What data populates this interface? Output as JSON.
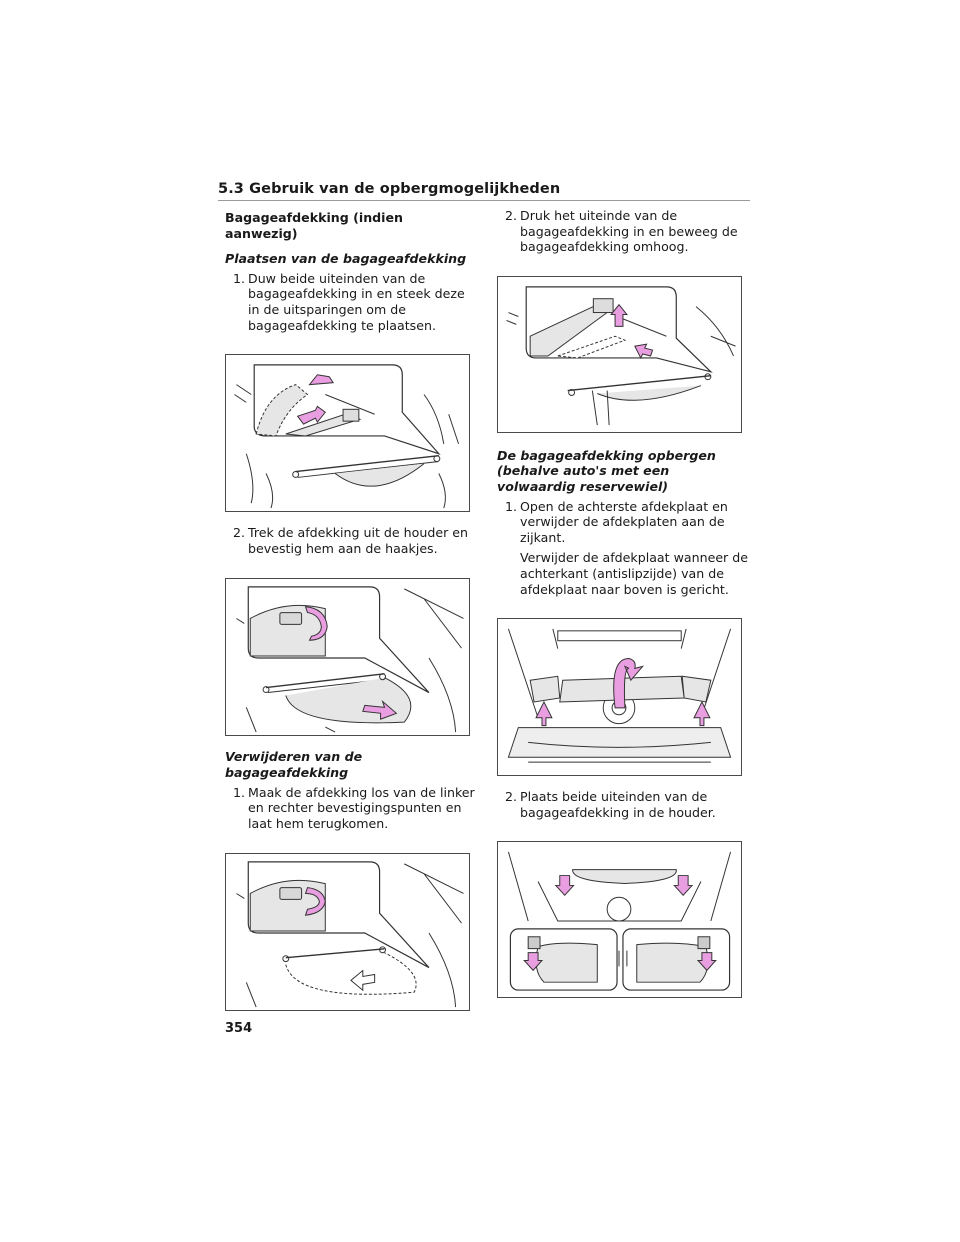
{
  "header": {
    "section_title": "5.3  Gebruik van de opbergmogelijkheden"
  },
  "left": {
    "heading": "Bagageafdekking (indien aanwezig)",
    "subheading_place": "Plaatsen van de bagageafdekking",
    "step1": {
      "num": "1.",
      "text": "Duw beide uiteinden van de bagageafdekking in en steek deze in de uitsparingen om de bagageafdekking te plaatsen."
    },
    "step2": {
      "num": "2.",
      "text": "Trek de afdekking uit de houder en bevestig hem aan de haakjes."
    },
    "subheading_remove": "Verwijderen van de bagageafdekking",
    "step3": {
      "num": "1.",
      "text": "Maak de afdekking los van de linker en rechter bevestigingspunten en laat hem terugkomen."
    }
  },
  "right": {
    "step1": {
      "num": "2.",
      "text": "Druk het uiteinde van de bagageafdekking in en beweeg de bagageafdekking omhoog."
    },
    "subheading_store": "De bagageafdekking opbergen (behalve auto's met een volwaardig reservewiel)",
    "step2": {
      "num": "1.",
      "text": "Open de achterste afdekplaat en verwijder de afdekplaten aan de zijkant."
    },
    "note": "Verwijder de afdekplaat wanneer de achterkant (antislipzijde) van de afdekplaat naar boven is gericht.",
    "step3": {
      "num": "2.",
      "text": "Plaats beide uiteinden van de bagageafdekking in de houder."
    }
  },
  "footer": {
    "page_number": "354"
  },
  "colors": {
    "arrow_fill": "#e89ee0",
    "line": "#333333",
    "panel_fill": "#e6e6e6"
  }
}
